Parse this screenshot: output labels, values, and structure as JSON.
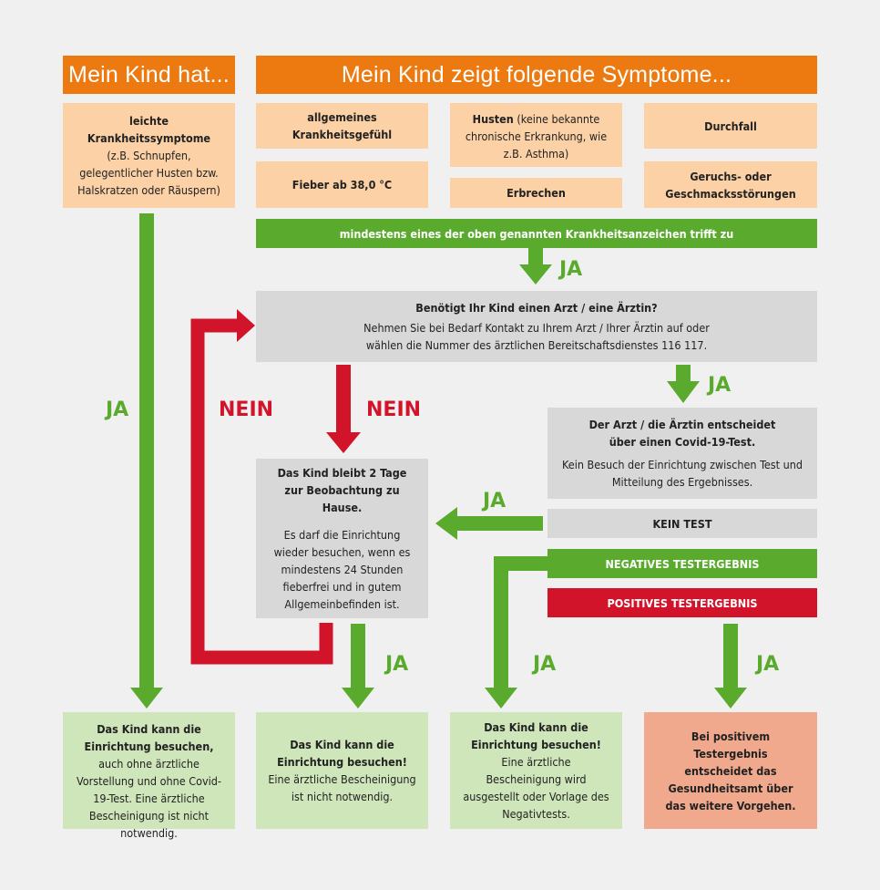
{
  "header": {
    "left": "Mein Kind hat...",
    "right": "Mein Kind zeigt folgende Symptome..."
  },
  "mild": {
    "title": "leichte Krankheitssymptome",
    "body": "(z.B. Schnupfen, gelegentlicher Husten bzw. Halskratzen oder Räuspern)"
  },
  "symptoms": {
    "general": "allgemeines Krankheitsgefühl",
    "cough_bold": "Husten",
    "cough_rest": " (keine bekannte chronische Erkrankung, wie z.B. Asthma)",
    "diarrhea": "Durchfall",
    "fever": "Fieber ab 38,0 °C",
    "vomiting": "Erbrechen",
    "smell_taste": "Geruchs- oder Geschmacksstörungen"
  },
  "condition_bar": "mindestens eines der oben genannten Krankheitsanzeichen trifft zu",
  "doctor_question": {
    "title": "Benötigt Ihr Kind einen Arzt / eine Ärztin?",
    "body": "Nehmen Sie bei Bedarf Kontakt zu Ihrem Arzt / Ihrer Ärztin auf oder wählen die Nummer des ärztlichen Bereitschaftsdienstes 116 117."
  },
  "doctor_decides": {
    "title": "Der Arzt / die Ärztin entscheidet über einen Covid-19-Test.",
    "body": "Kein Besuch der Einrichtung zwischen Test und Mitteilung des Ergebnisses."
  },
  "stay_home": {
    "title": "Das Kind bleibt 2 Tage zur Beobachtung zu Hause.",
    "body": "Es darf die Einrichtung wieder besuchen, wenn es mindestens 24 Stunden fieberfrei und in gutem Allgemeinbefinden ist."
  },
  "results": {
    "no_test": "KEIN TEST",
    "negative": "NEGATIVES TESTERGEBNIS",
    "positive": "POSITIVES TESTERGEBNIS"
  },
  "labels": {
    "ja": "JA",
    "nein": "NEIN"
  },
  "outcomes": {
    "o1_bold": "Das Kind kann die Einrichtung besuchen,",
    "o1_rest": " auch ohne ärztliche Vorstellung und ohne Covid-19-Test. Eine ärztliche Bescheinigung ist nicht notwendig.",
    "o2_bold": "Das Kind kann die Einrichtung besuchen!",
    "o2_rest": "Eine ärztliche Bescheinigung ist nicht notwendig.",
    "o3_bold": "Das Kind kann die Einrichtung besuchen!",
    "o3_rest": "Eine ärztliche Bescheinigung wird ausgestellt oder Vorlage des Negativtests.",
    "o4": "Bei positivem Testergebnis entscheidet das Gesundheitsamt über das weitere Vorgehen."
  },
  "colors": {
    "orange": "#ec7a10",
    "peach": "#fcd1a6",
    "green": "#5aab2d",
    "light_green": "#cfe6bb",
    "grey": "#d8d8d8",
    "red": "#d2142b",
    "salmon": "#f0a98c",
    "background": "#f0f0f0"
  }
}
